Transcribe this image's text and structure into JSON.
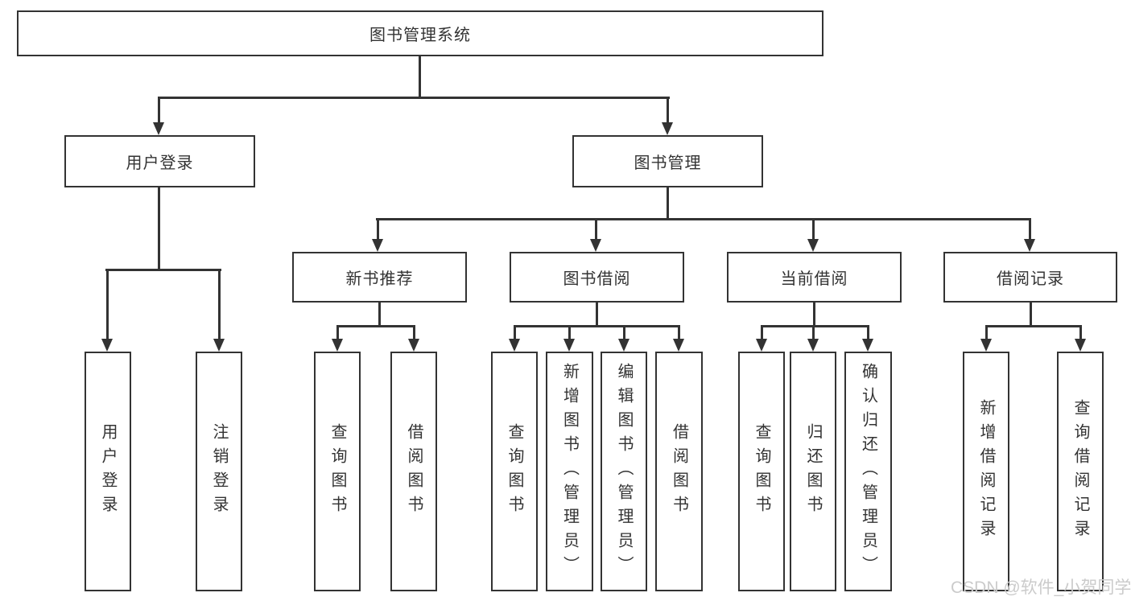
{
  "colors": {
    "line": "#333333",
    "box_border": "#333333",
    "box_fill": "#ffffff",
    "text": "#333333",
    "watermark": "#cbcbcb",
    "background": "#ffffff"
  },
  "watermark": "CSDN @软件_小贺同学",
  "tree": {
    "label": "图书管理系统",
    "children": [
      {
        "label": "用户登录",
        "children": [
          {
            "label": "用户登录"
          },
          {
            "label": "注销登录"
          }
        ]
      },
      {
        "label": "图书管理",
        "children": [
          {
            "label": "新书推荐",
            "children": [
              {
                "label": "查询图书"
              },
              {
                "label": "借阅图书"
              }
            ]
          },
          {
            "label": "图书借阅",
            "children": [
              {
                "label": "查询图书"
              },
              {
                "label": "新增图书（管理员）"
              },
              {
                "label": "编辑图书（管理员）"
              },
              {
                "label": "借阅图书"
              }
            ]
          },
          {
            "label": "当前借阅",
            "children": [
              {
                "label": "查询图书"
              },
              {
                "label": "归还图书"
              },
              {
                "label": "确认归还（管理员）"
              }
            ]
          },
          {
            "label": "借阅记录",
            "children": [
              {
                "label": "新增借阅记录"
              },
              {
                "label": "查询借阅记录"
              }
            ]
          }
        ]
      }
    ]
  }
}
